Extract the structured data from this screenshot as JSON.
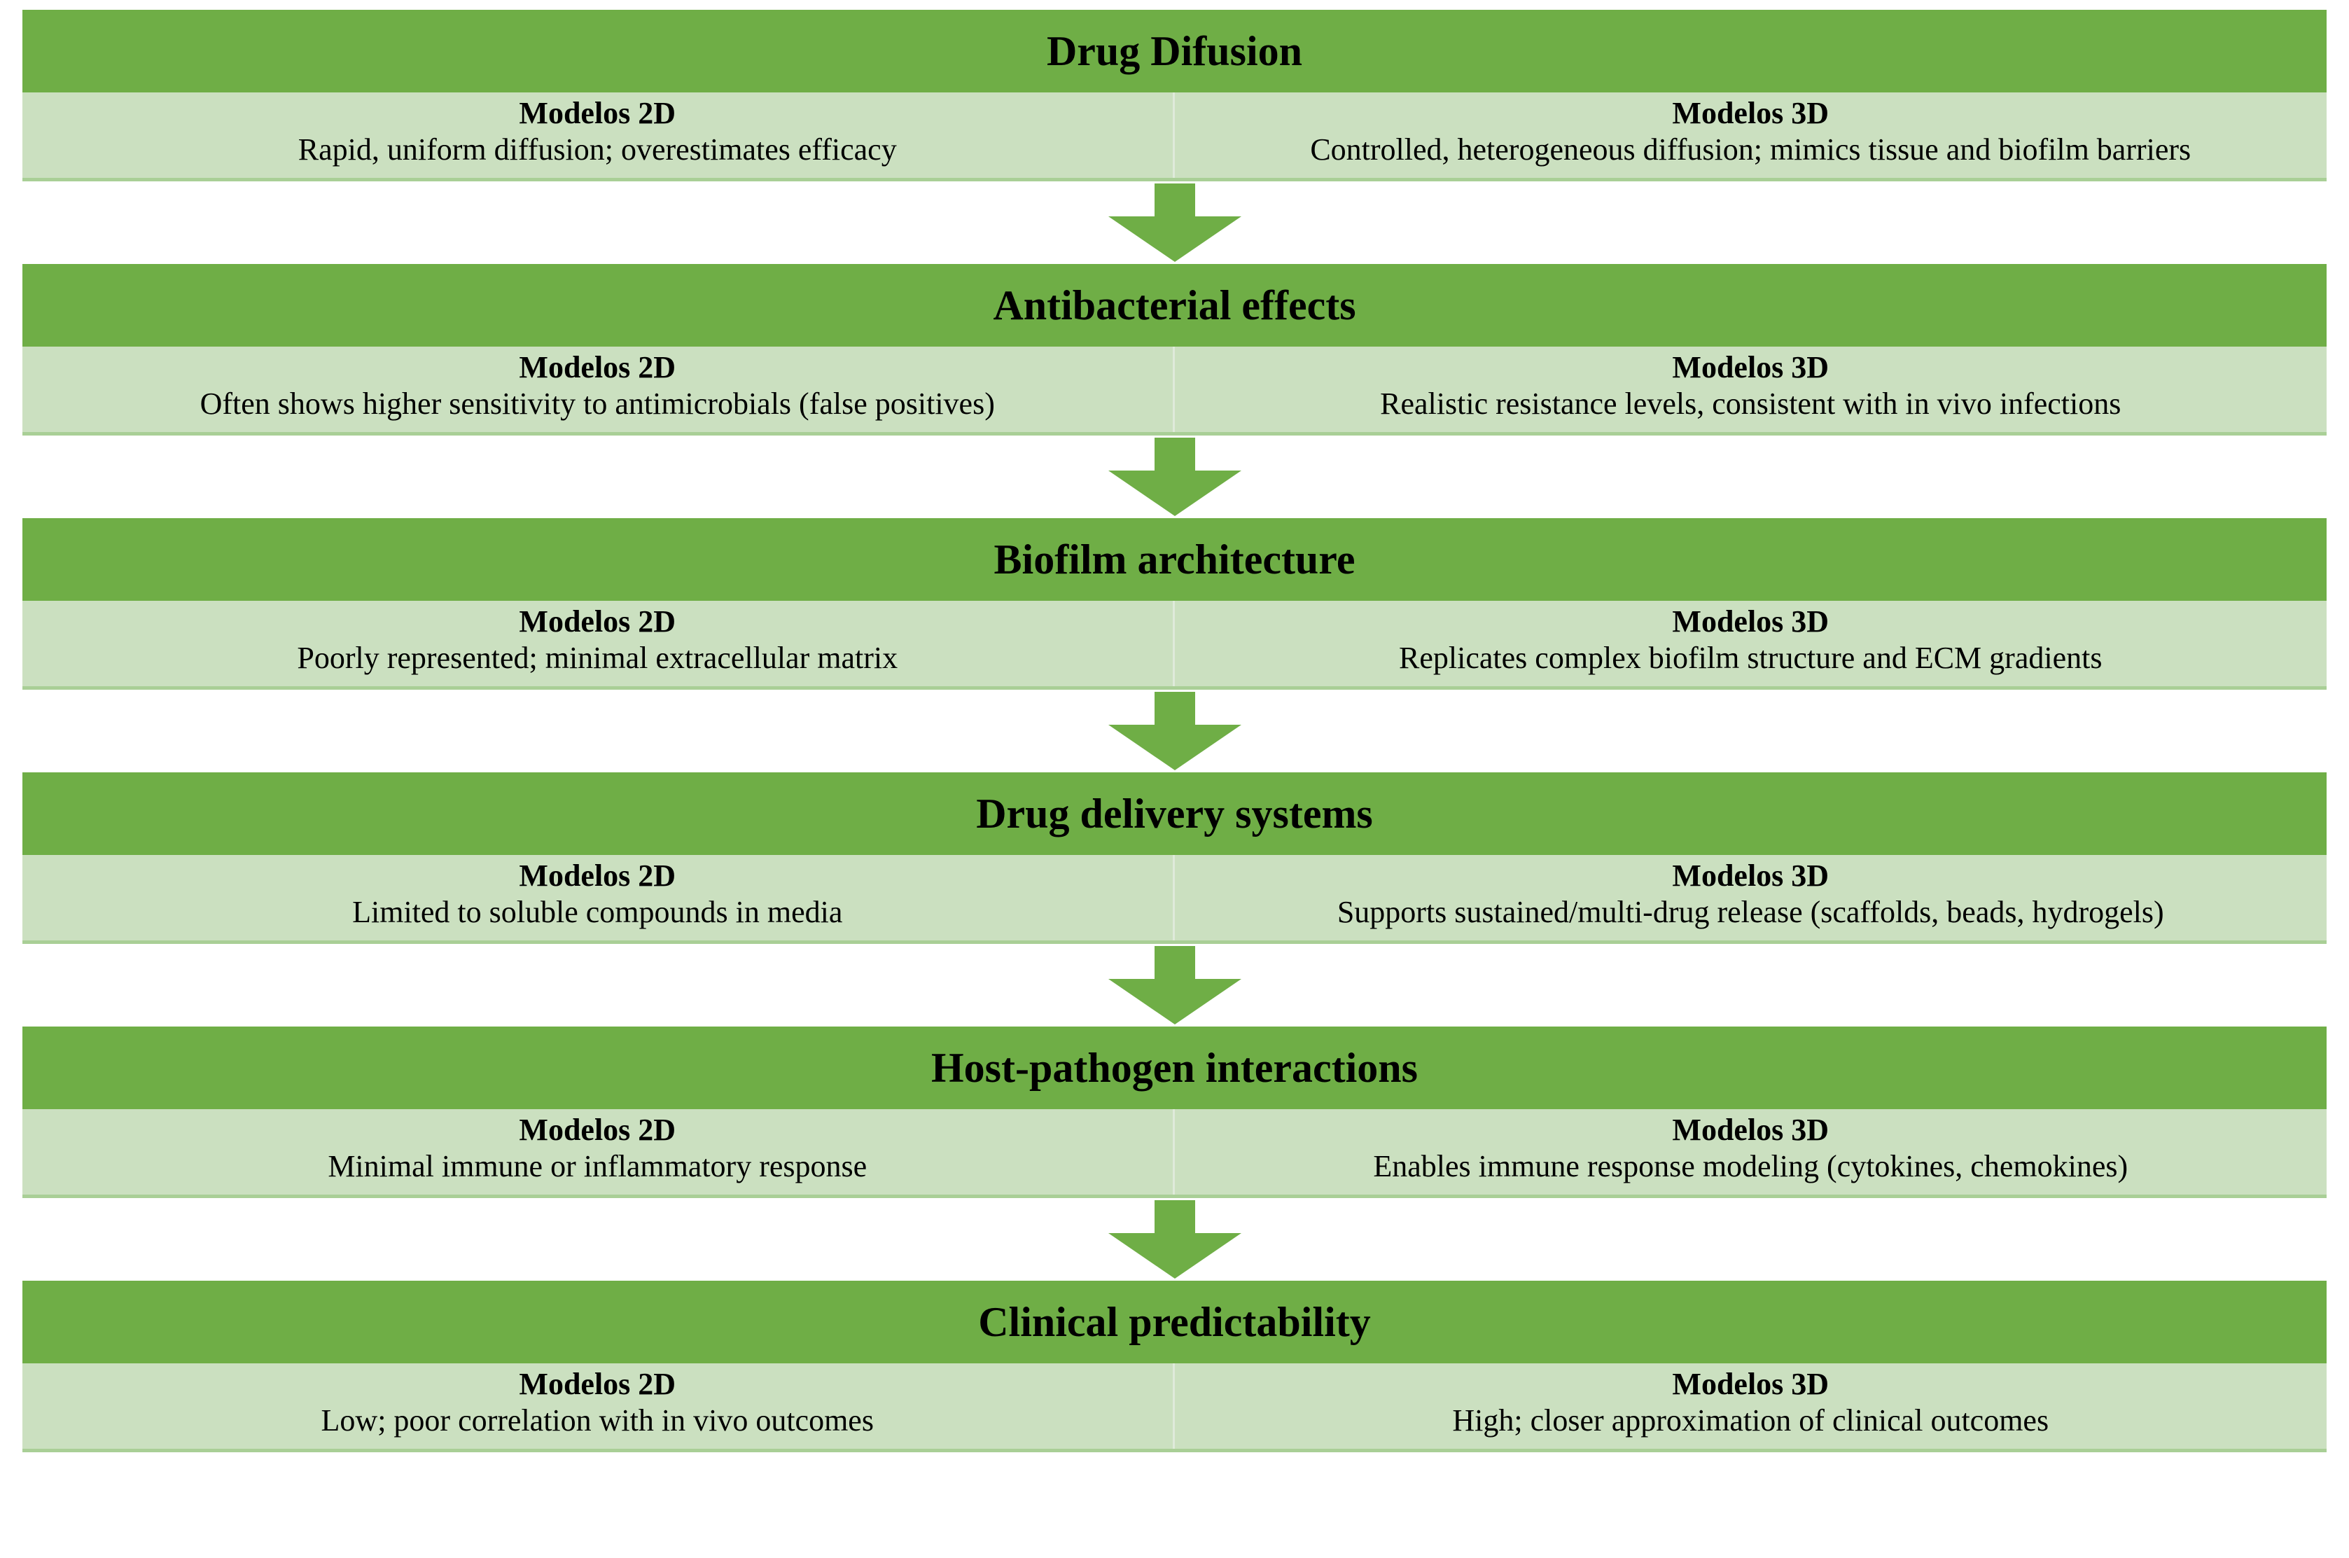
{
  "theme": {
    "header_green": "#6FAE46",
    "body_green": "#CBE0C0",
    "outer_green": "#dfeada",
    "divider_green": "#a9cf96",
    "text_color": "#000000",
    "background": "#ffffff"
  },
  "column_labels": {
    "left": "Modelos 2D",
    "right": "Modelos 3D"
  },
  "arrow_icon": "arrow-down-icon",
  "stages": [
    {
      "title": "Drug Difusion",
      "left_label": "Modelos 2D",
      "left_text": "Rapid, uniform diffusion; overestimates efficacy",
      "right_label": "Modelos 3D",
      "right_text": "Controlled, heterogeneous diffusion; mimics tissue and biofilm barriers"
    },
    {
      "title": "Antibacterial effects",
      "left_label": "Modelos 2D",
      "left_text": "Often shows higher sensitivity to antimicrobials (false positives)",
      "right_label": "Modelos 3D",
      "right_text": "Realistic resistance levels, consistent with in vivo infections"
    },
    {
      "title": "Biofilm architecture",
      "left_label": "Modelos 2D",
      "left_text": "Poorly represented; minimal extracellular matrix",
      "right_label": "Modelos 3D",
      "right_text": "Replicates complex biofilm structure and ECM gradients"
    },
    {
      "title": "Drug delivery systems",
      "left_label": "Modelos 2D",
      "left_text": "Limited to soluble compounds in media",
      "right_label": "Modelos 3D",
      "right_text": "Supports sustained/multi-drug release (scaffolds, beads, hydrogels)"
    },
    {
      "title": "Host-pathogen interactions",
      "left_label": "Modelos 2D",
      "left_text": "Minimal immune or inflammatory response",
      "right_label": "Modelos 3D",
      "right_text": "Enables immune response modeling (cytokines, chemokines)"
    },
    {
      "title": "Clinical predictability",
      "left_label": "Modelos 2D",
      "left_text": "Low; poor correlation with in vivo outcomes",
      "right_label": "Modelos 3D",
      "right_text": "High; closer approximation of clinical outcomes"
    }
  ]
}
